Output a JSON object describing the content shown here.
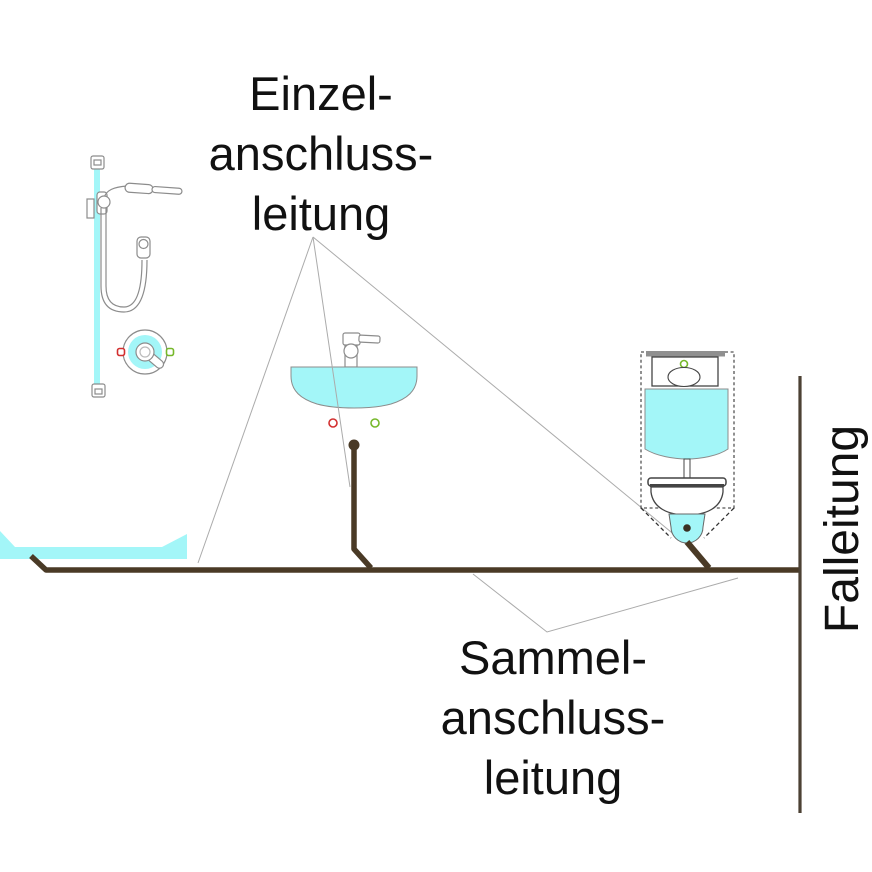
{
  "labels": {
    "einzel": {
      "line1": "Einzel-",
      "line2": "anschluss-",
      "line3": "leitung"
    },
    "sammel": {
      "line1": "Sammel-",
      "line2": "anschluss-",
      "line3": "leitung"
    },
    "fall": "Falleitung"
  },
  "colors": {
    "fixture_fill": "#a3f6f8",
    "pipe": "#4a3a26",
    "fall_pipe": "#4c4134",
    "pointer_line": "#ababab",
    "outline": "#8c8c8c",
    "dark_outline": "#444444",
    "hot_indicator": "#d22f2f",
    "cold_indicator": "#76b82a",
    "text": "#111111"
  },
  "icons": {
    "shower": "shower-fixture-drawing",
    "mixer": "mixer-valve-drawing",
    "bathtub": "bathtub-drawing",
    "washbasin": "washbasin-drawing",
    "toilet": "toilet-drawing"
  }
}
